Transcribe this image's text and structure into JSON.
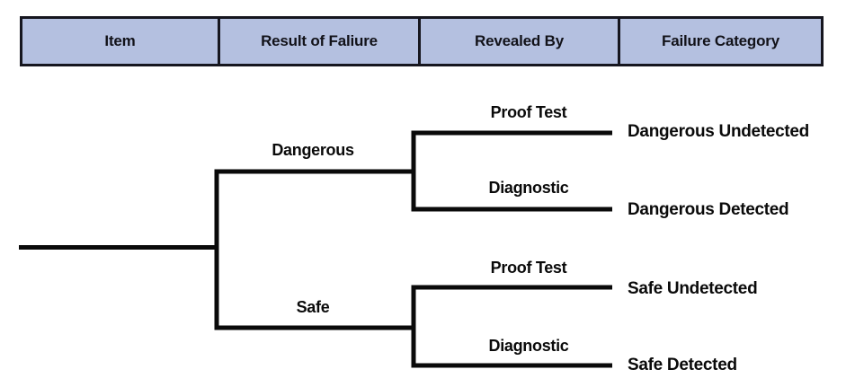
{
  "header": {
    "columns": [
      {
        "label": "Item"
      },
      {
        "label": "Result of Faliure"
      },
      {
        "label": "Revealed By"
      },
      {
        "label": "Failure Category"
      }
    ]
  },
  "diagram": {
    "type": "tree",
    "root": {
      "label": ""
    },
    "branches": [
      {
        "label": "Dangerous",
        "leaves": [
          {
            "revealed_by": "Proof Test",
            "category": "Dangerous Undetected"
          },
          {
            "revealed_by": "Diagnostic",
            "category": "Dangerous Detected"
          }
        ]
      },
      {
        "label": "Safe",
        "leaves": [
          {
            "revealed_by": "Proof Test",
            "category": "Safe Undetected"
          },
          {
            "revealed_by": "Diagnostic",
            "category": "Safe Detected"
          }
        ]
      }
    ]
  },
  "colors": {
    "header_fill": "#b4c0e0",
    "header_border": "#16161f",
    "line": "#0a0a0a",
    "text": "#0a0a0a",
    "background": "#ffffff"
  }
}
